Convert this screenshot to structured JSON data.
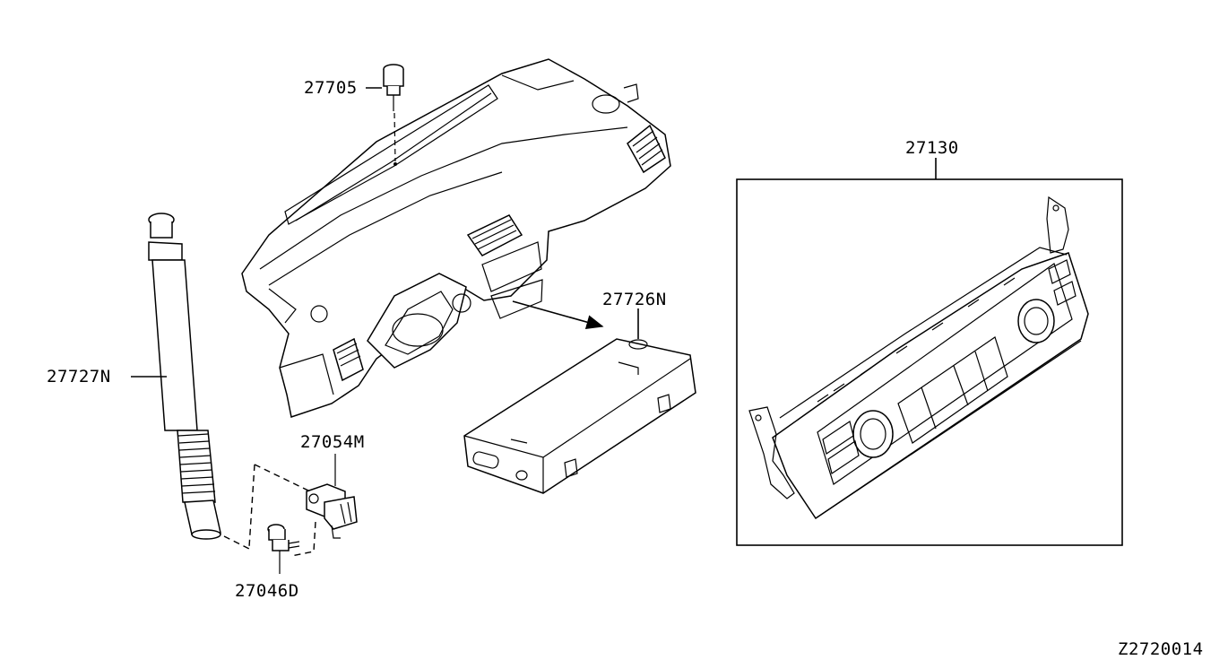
{
  "parts": {
    "p27705": "27705",
    "p27727N": "27727N",
    "p27054M": "27054M",
    "p27046D": "27046D",
    "p27726N": "27726N",
    "p27130": "27130"
  },
  "footer": {
    "diagram_code": "Z2720014"
  }
}
